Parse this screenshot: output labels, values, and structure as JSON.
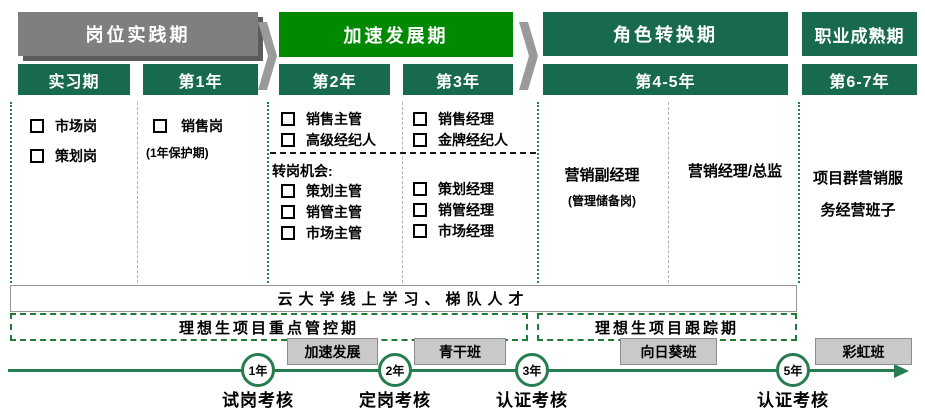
{
  "colors": {
    "dark_green": "#176B4C",
    "bright_green": "#018A01",
    "header_gray": "#7F7F7F",
    "timeline_green": "#267D4F",
    "dashed_border_green": "#217A35",
    "button_gray": "#C9C9C9"
  },
  "stages": [
    {
      "title": "岗位实践期",
      "periods": [
        "实习期",
        "第1年"
      ]
    },
    {
      "title": "加速发展期",
      "periods": [
        "第2年",
        "第3年"
      ]
    },
    {
      "title": "角色转换期",
      "periods": [
        "第4-5年"
      ]
    },
    {
      "title": "职业成熟期",
      "periods": [
        "第6-7年"
      ]
    }
  ],
  "content": {
    "stage1": {
      "intern_items": [
        "市场岗",
        "策划岗"
      ],
      "year1_items": [
        "销售岗"
      ],
      "year1_note": "(1年保护期)"
    },
    "stage2": {
      "year2_items": [
        "销售主管",
        "高级经纪人"
      ],
      "year3_items": [
        "销售经理",
        "金牌经纪人"
      ],
      "transfer_heading": "转岗机会:",
      "transfer_year2_items": [
        "策划主管",
        "销管主管",
        "市场主管"
      ],
      "transfer_year3_items": [
        "策划经理",
        "销管经理",
        "市场经理"
      ]
    },
    "stage3": {
      "role_primary": "营销副经理",
      "role_primary_note": "(管理储备岗)",
      "role_secondary": "营销经理/总监"
    },
    "stage4": {
      "role": "项目群营销服务经营班子"
    }
  },
  "banners": {
    "online_learning": "云大学线上学习、梯队人才",
    "key_control": "理想生项目重点管控期",
    "tracking": "理想生项目跟踪期"
  },
  "timeline": {
    "programs": [
      "加速发展",
      "青干班",
      "向日葵班",
      "彩虹班"
    ],
    "milestones": [
      {
        "year": "1年",
        "label": "试岗考核"
      },
      {
        "year": "2年",
        "label": "定岗考核"
      },
      {
        "year": "3年",
        "label": "认证考核"
      },
      {
        "year": "5年",
        "label": "认证考核"
      }
    ]
  }
}
